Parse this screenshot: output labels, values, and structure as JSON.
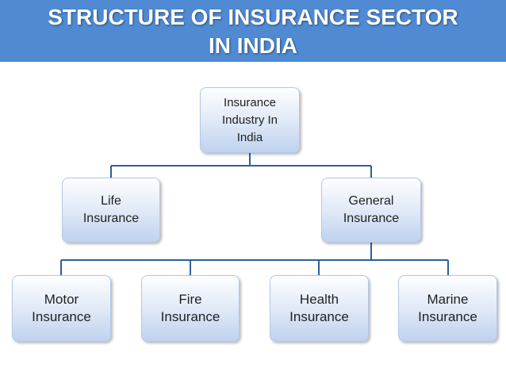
{
  "slide": {
    "title_line1": "STRUCTURE OF INSURANCE SECTOR",
    "title_line2": "IN INDIA"
  },
  "diagram": {
    "root": "Insurance\nIndustry In\nIndia",
    "level2": {
      "life": "Life\nInsurance",
      "general": "General\nInsurance"
    },
    "level3": {
      "motor": "Motor\nInsurance",
      "fire": "Fire\nInsurance",
      "health": "Health\nInsurance",
      "marine": "Marine\nInsurance"
    }
  },
  "colors": {
    "header_background": "#4f8ad3",
    "title_text": "#ffffff",
    "connector": "#2f5f9a",
    "node_fill_top": "#fdfeff",
    "node_fill_bottom": "#bfd2ef"
  }
}
